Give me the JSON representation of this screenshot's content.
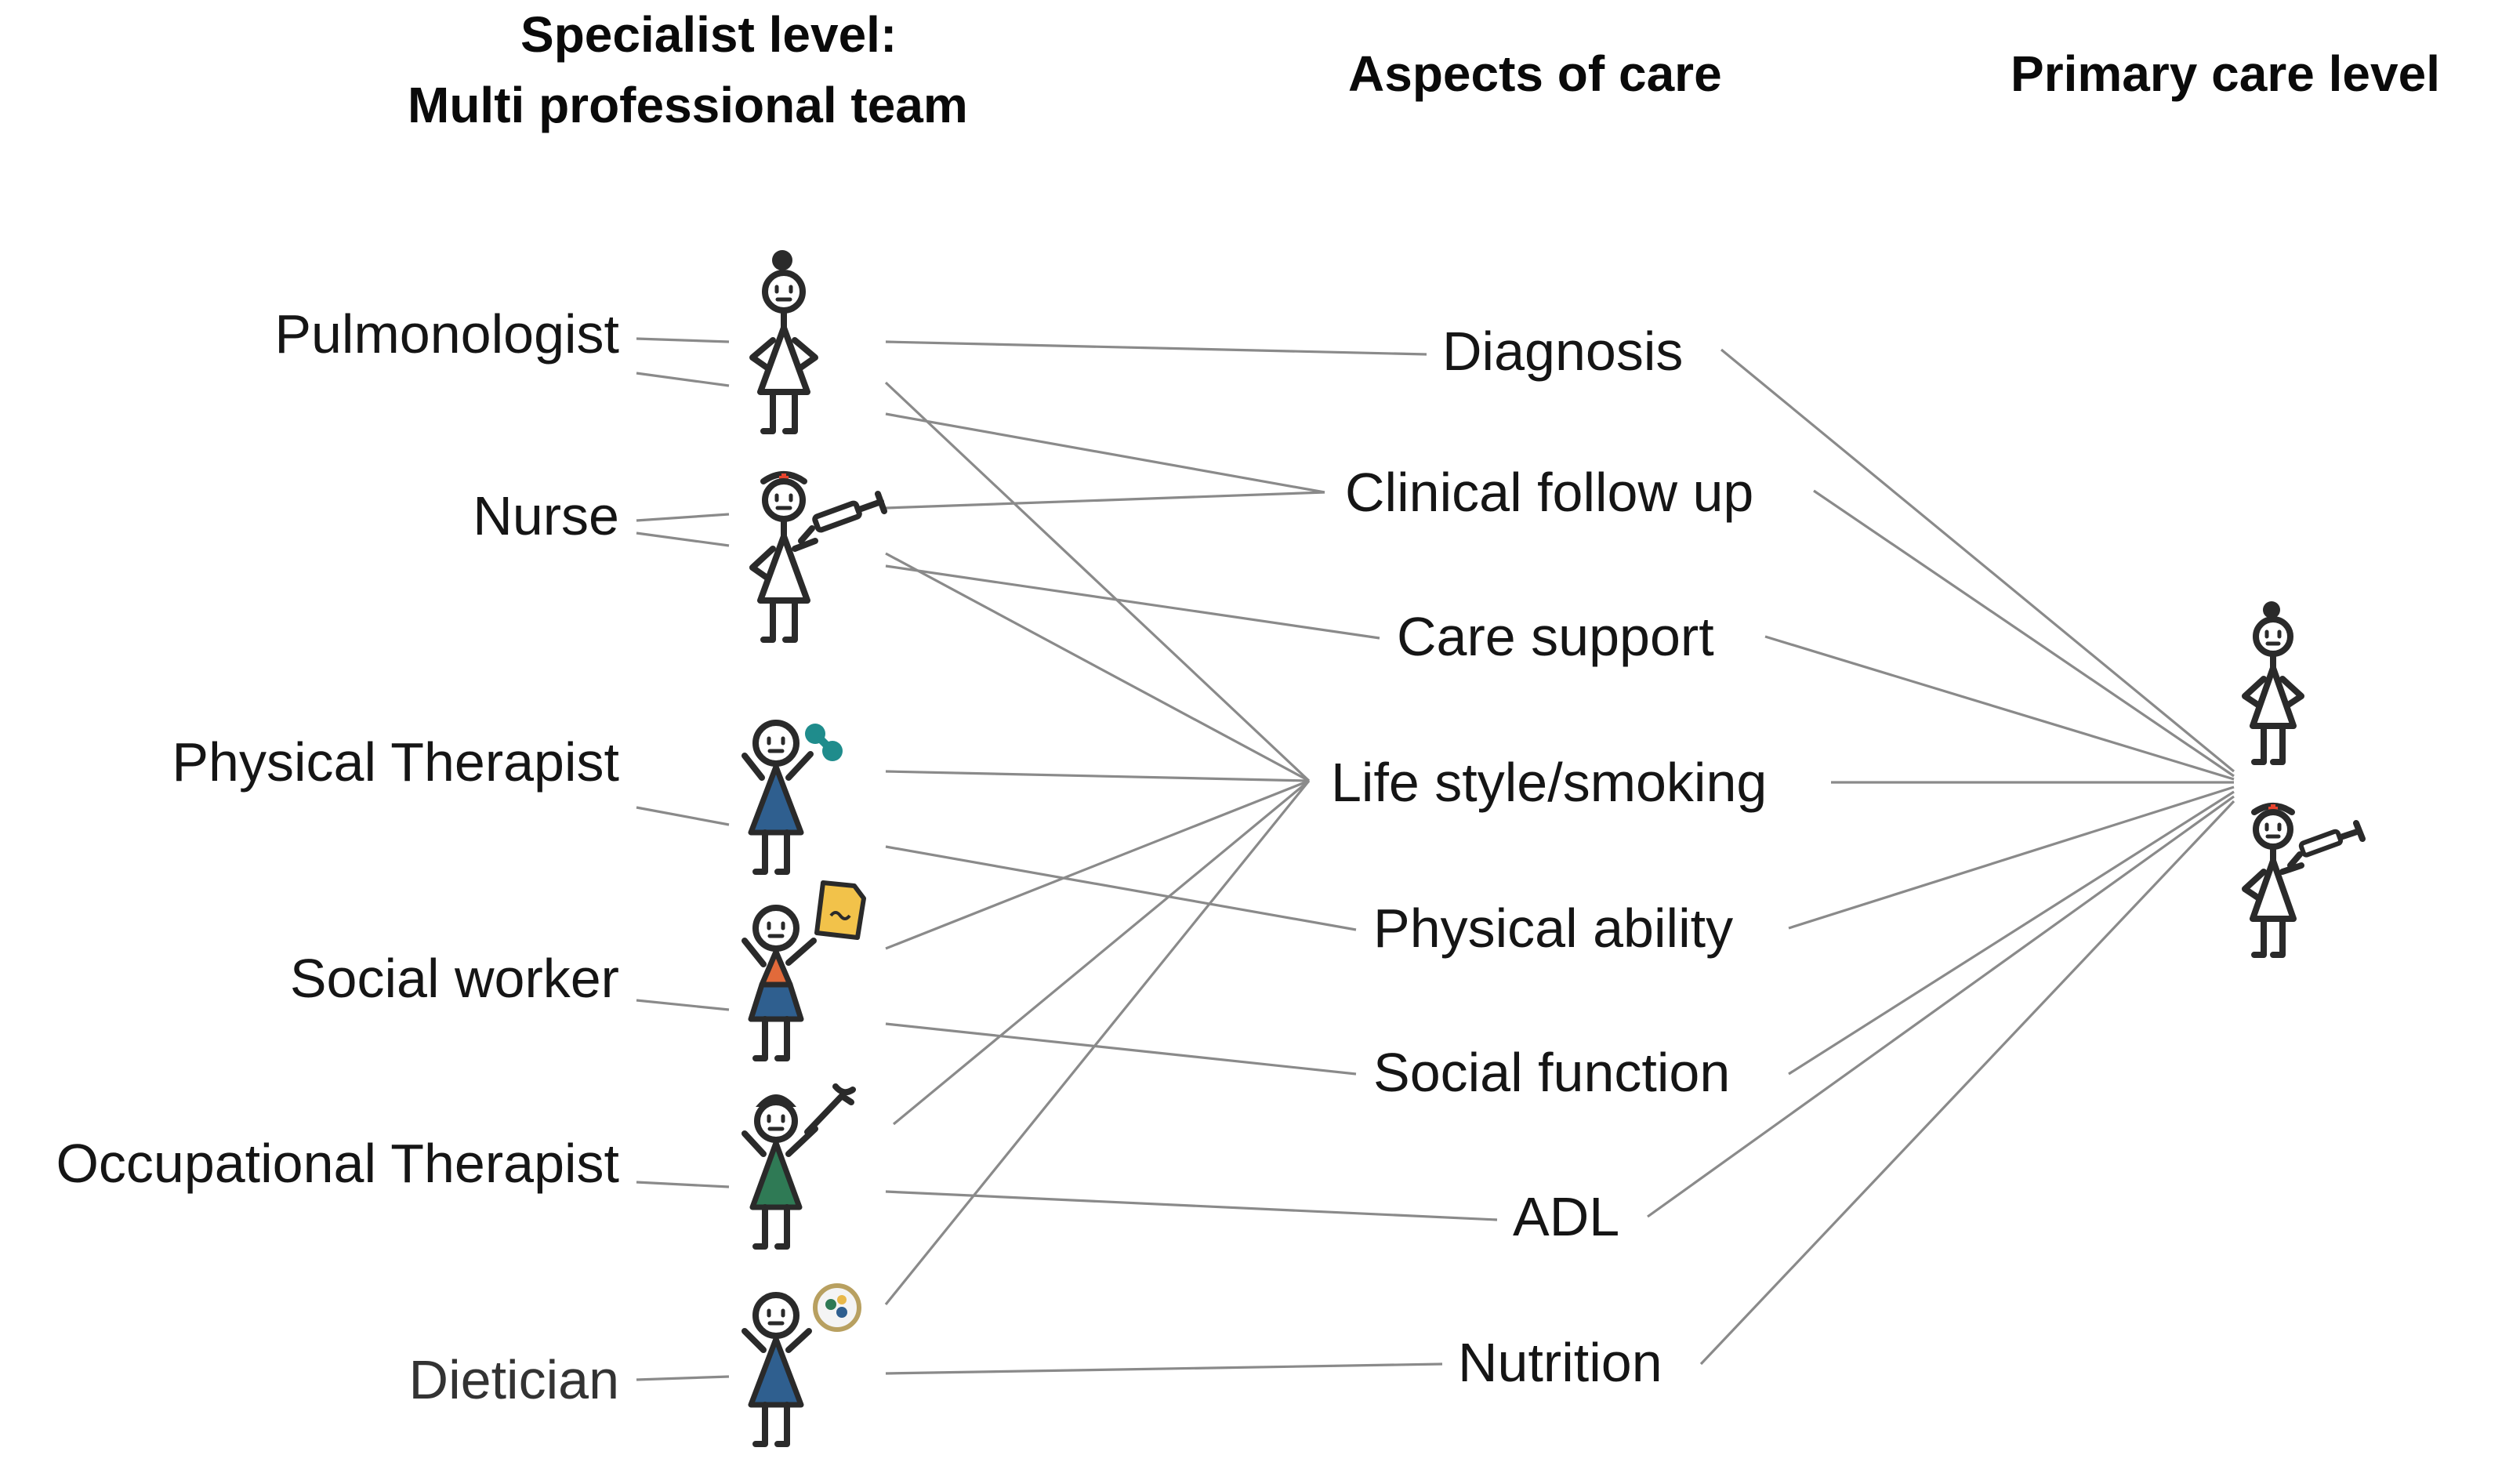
{
  "headers": {
    "specialist_line1": "Specialist level:",
    "specialist_line2": "Multi professional team",
    "aspects": "Aspects of care",
    "primary": "Primary care level"
  },
  "roles": [
    {
      "name": "Pulmonologist",
      "icon": "pulmonologist-figure-icon",
      "dress": "#ffffff",
      "accent": "#2a2a2a"
    },
    {
      "name": "Nurse",
      "icon": "nurse-figure-icon",
      "dress": "#ffffff",
      "accent": "#e8442e"
    },
    {
      "name": "Physical Therapist",
      "icon": "physical-therapist-figure-icon",
      "dress": "#2f5f8f",
      "accent": "#1f8c8c"
    },
    {
      "name": "Social worker",
      "icon": "social-worker-figure-icon",
      "dress": "#e26a3a",
      "accent": "#f2c24a"
    },
    {
      "name": "Occupational Therapist",
      "icon": "occupational-therapist-figure-icon",
      "dress": "#2f7a55",
      "accent": "#2a2a2a"
    },
    {
      "name": "Dietician",
      "icon": "dietician-figure-icon",
      "dress": "#2f5f8f",
      "accent": "#e8b84a"
    }
  ],
  "aspects": [
    "Diagnosis",
    "Clinical follow up",
    "Care support",
    "Life style/smoking",
    "Physical ability",
    "Social function",
    "ADL",
    "Nutrition"
  ],
  "primary_care": [
    {
      "icon": "primary-doctor-figure-icon"
    },
    {
      "icon": "primary-nurse-figure-icon"
    }
  ],
  "colors": {
    "connector": "#8a8a8a",
    "outline": "#2a2a2a",
    "nurse_cross": "#e8442e",
    "blue_dress": "#2f5f8f",
    "orange_top": "#e26a3a",
    "green_dress": "#2f7a55",
    "teal_dumbbell": "#1f8c8c",
    "yellow_document": "#f2c24a"
  },
  "connections": {
    "role_to_aspect": [
      [
        "Pulmonologist",
        "Diagnosis"
      ],
      [
        "Pulmonologist",
        "Clinical follow up"
      ],
      [
        "Pulmonologist",
        "Life style/smoking"
      ],
      [
        "Nurse",
        "Clinical follow up"
      ],
      [
        "Nurse",
        "Care support"
      ],
      [
        "Nurse",
        "Life style/smoking"
      ],
      [
        "Physical Therapist",
        "Life style/smoking"
      ],
      [
        "Physical Therapist",
        "Physical ability"
      ],
      [
        "Social worker",
        "Life style/smoking"
      ],
      [
        "Social worker",
        "Social function"
      ],
      [
        "Occupational Therapist",
        "Life style/smoking"
      ],
      [
        "Occupational Therapist",
        "ADL"
      ],
      [
        "Dietician",
        "Life style/smoking"
      ],
      [
        "Dietician",
        "Nutrition"
      ]
    ],
    "aspect_to_primary": [
      "Diagnosis",
      "Clinical follow up",
      "Care support",
      "Life style/smoking",
      "Physical ability",
      "Social function",
      "ADL",
      "Nutrition"
    ]
  }
}
